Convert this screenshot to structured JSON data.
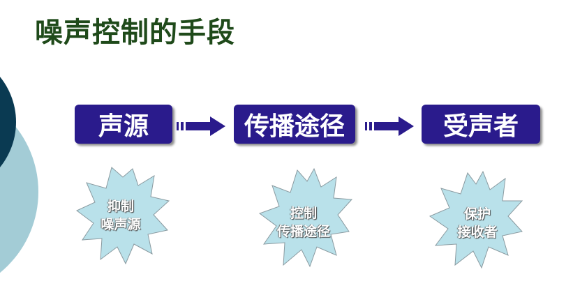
{
  "title": "噪声控制的手段",
  "boxes": [
    "声源",
    "传播途径",
    "受声者"
  ],
  "bursts": [
    {
      "line1": "抑制",
      "line2": "噪声源"
    },
    {
      "line1": "控制",
      "line2": "传播途径"
    },
    {
      "line1": "保护",
      "line2": "接收者"
    }
  ],
  "colors": {
    "title": "#1f4a1a",
    "box_fill": "#2a1b8c",
    "burst_fill": "#b9e1ea",
    "arrow": "#2a1b8c",
    "decor_dark": "#0a3a52",
    "decor_light": "#a3ccd6"
  }
}
